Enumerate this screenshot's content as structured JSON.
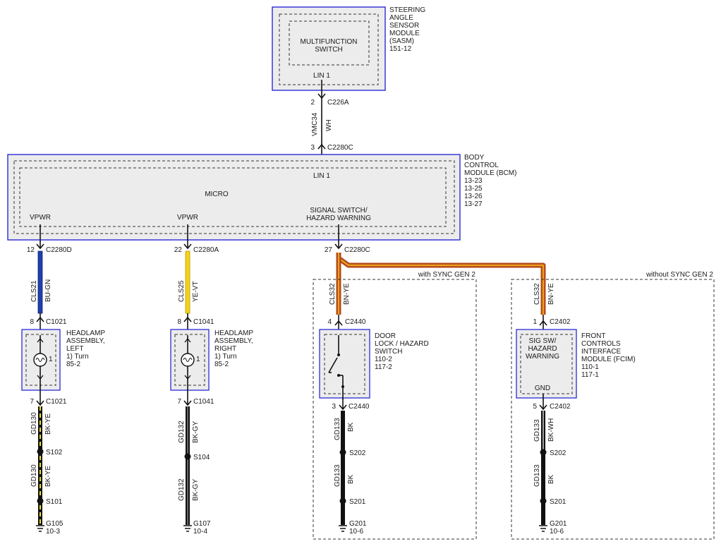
{
  "colors": {
    "module_border": "#2b2bd6",
    "module_fill": "#ececec",
    "wire_bu_gn": "#1e3fb0",
    "wire_ye_vt": "#f2d21a",
    "wire_bk": "#111111",
    "wire_bk_ye_stripe": "#f2e11a",
    "wire_bn_ye": "#b04a1a",
    "wire_bn_ye_stripe": "#f0a020"
  },
  "sasm": {
    "title_lines": [
      "STEERING",
      "ANGLE",
      "SENSOR",
      "MODULE",
      "(SASM)",
      "151-12"
    ],
    "inner_lines": [
      "MULTIFUNCTION",
      "SWITCH"
    ],
    "lin": "LIN 1",
    "pin": "2",
    "connector": "C226A"
  },
  "vmc_wire": {
    "circuit": "VMC34",
    "color": "WH"
  },
  "bcm": {
    "title_lines": [
      "BODY",
      "CONTROL",
      "MODULE (BCM)",
      "13-23",
      "13-25",
      "13-26",
      "13-27"
    ],
    "lin": "LIN 1",
    "micro": "MICRO",
    "vpwr1": "VPWR",
    "vpwr2": "VPWR",
    "sig_lines": [
      "SIGNAL SWITCH/",
      "HAZARD WARNING"
    ],
    "lin_pin": "3",
    "lin_connector": "C2280C"
  },
  "col1": {
    "pin_top": "12",
    "conn_top": "C2280D",
    "circuit": "CLS21",
    "color": "BU-GN",
    "pin_in": "8",
    "conn_in": "C1021",
    "device_lines": [
      "HEADLAMP",
      "ASSEMBLY,",
      "LEFT",
      "1) Turn",
      "85-2"
    ],
    "bulb_num": "1",
    "pin_out": "7",
    "conn_out": "C1021",
    "gnd_circuit1": "GD130",
    "gnd_color1": "BK-YE",
    "splice1": "S102",
    "gnd_circuit2": "GD130",
    "gnd_color2": "BK-YE",
    "splice2": "S101",
    "ground": "G105",
    "ground_ref": "10-3"
  },
  "col2": {
    "pin_top": "22",
    "conn_top": "C2280A",
    "circuit": "CLS25",
    "color": "YE-VT",
    "pin_in": "8",
    "conn_in": "C1041",
    "device_lines": [
      "HEADLAMP",
      "ASSEMBLY,",
      "RIGHT",
      "1) Turn",
      "85-2"
    ],
    "bulb_num": "1",
    "pin_out": "7",
    "conn_out": "C1041",
    "gnd_circuit1": "GD132",
    "gnd_color1": "BK-GY",
    "splice1": "S104",
    "gnd_circuit2": "GD132",
    "gnd_color2": "BK-GY",
    "ground": "G107",
    "ground_ref": "10-4"
  },
  "col3": {
    "pin_top": "27",
    "conn_top": "C2280C",
    "option": "with SYNC GEN 2",
    "circuit": "CLS32",
    "color": "BN-YE",
    "pin_in": "4",
    "conn_in": "C2440",
    "device_lines": [
      "DOOR",
      "LOCK / HAZARD",
      "SWITCH",
      "110-2",
      "117-2"
    ],
    "pin_out": "3",
    "conn_out": "C2440",
    "gnd_circuit1": "GD133",
    "gnd_color1": "BK",
    "splice1": "S202",
    "gnd_circuit2": "GD133",
    "gnd_color2": "BK",
    "splice2": "S201",
    "ground": "G201",
    "ground_ref": "10-6"
  },
  "col4": {
    "option": "without SYNC GEN 2",
    "circuit": "CLS32",
    "color": "BN-YE",
    "pin_in": "1",
    "conn_in": "C2402",
    "inner_lines": [
      "SIG SW/",
      "HAZARD",
      "WARNING"
    ],
    "gnd_label": "GND",
    "device_lines": [
      "FRONT",
      "CONTROLS",
      "INTERFACE",
      "MODULE (FCIM)",
      "110-1",
      "117-1"
    ],
    "pin_out": "5",
    "conn_out": "C2402",
    "gnd_circuit1": "GD133",
    "gnd_color1": "BK-WH",
    "splice1": "S202",
    "gnd_circuit2": "GD133",
    "gnd_color2": "BK",
    "splice2": "S201",
    "ground": "G201",
    "ground_ref": "10-6"
  }
}
